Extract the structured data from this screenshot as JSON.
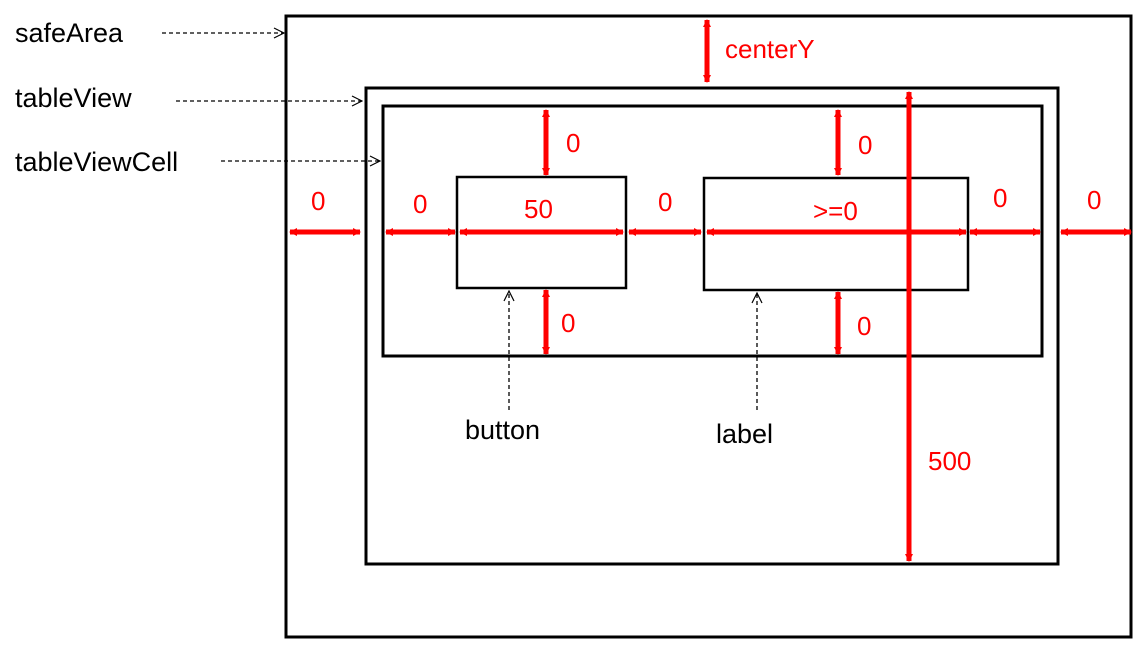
{
  "labels": {
    "safe_area": "safeArea",
    "table_view": "tableView",
    "table_view_cell": "tableViewCell",
    "button": "button",
    "label": "label"
  },
  "constraints": {
    "center_y": "centerY",
    "table_height": "500",
    "safe_leading": "0",
    "safe_trailing": "0",
    "cell_leading": "0",
    "button_width": "50",
    "button_label_gap": "0",
    "label_width": ">=0",
    "cell_trailing": "0",
    "button_top": "0",
    "button_bottom": "0",
    "label_top": "0",
    "label_bottom": "0"
  },
  "colors": {
    "constraint": "#ff0000",
    "outline": "#000000",
    "background": "#ffffff"
  }
}
